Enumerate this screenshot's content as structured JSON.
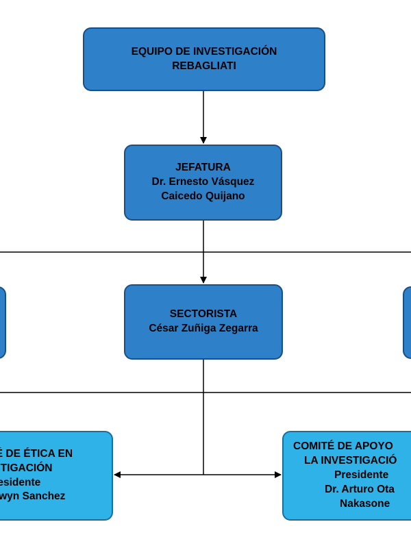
{
  "diagram": {
    "nodes": {
      "equipo": {
        "lines": [
          "EQUIPO DE INVESTIGACIÓN",
          "REBAGLIATI"
        ],
        "fill": "#2e80c8"
      },
      "jefatura": {
        "lines": [
          "JEFATURA",
          "Dr. Ernesto Vásquez",
          "Caicedo Quijano"
        ],
        "fill": "#2e80c8"
      },
      "sectorista": {
        "lines": [
          "SECTORISTA",
          "César Zuñiga Zegarra"
        ],
        "fill": "#2e80c8"
      },
      "etica": {
        "lines": [
          "ITÉ DE ÉTICA EN",
          "ESTIGACIÓN",
          "Presidente",
          "adwyn Sanchez"
        ],
        "fill": "#2eb2e8"
      },
      "apoyo": {
        "lines": [
          "COMITÉ DE APOYO",
          "LA INVESTIGACIÓ",
          "Presidente",
          "Dr. Arturo Ota",
          "Nakasone"
        ],
        "fill": "#2eb2e8"
      }
    },
    "edges": [
      {
        "from": "equipo",
        "to": "jefatura",
        "arrow": true
      },
      {
        "from": "jefatura",
        "to": "sectorista",
        "arrow": true
      },
      {
        "from": "sectorista",
        "to": "etica",
        "arrow": true
      },
      {
        "from": "sectorista",
        "to": "apoyo",
        "arrow": true
      }
    ],
    "colors": {
      "dark_box": "#2e80c8",
      "light_box": "#2eb2e8",
      "line": "#000000"
    }
  }
}
